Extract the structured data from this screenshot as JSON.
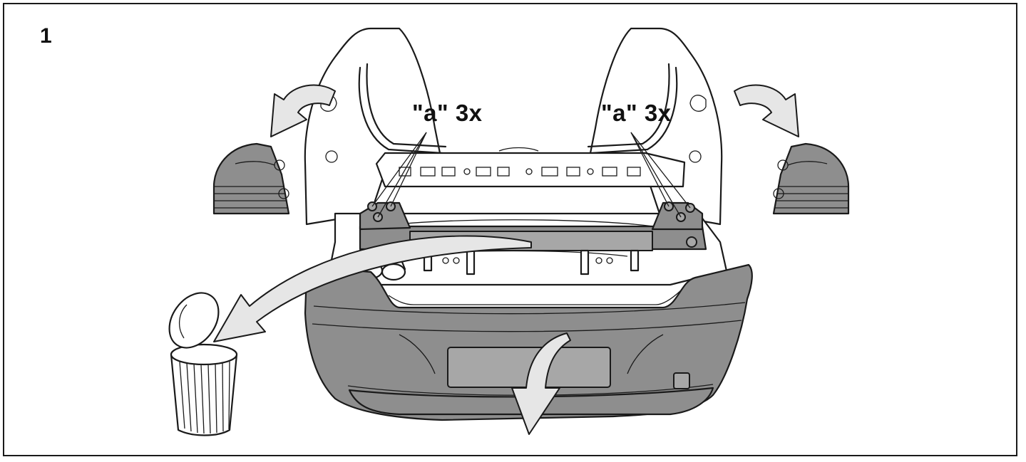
{
  "step": {
    "number": "1"
  },
  "callouts": [
    {
      "label": "\"a\" 3x"
    },
    {
      "label": "\"a\" 3x"
    }
  ],
  "colors": {
    "line": "#1a1a1a",
    "part_fill": "#8e8e8e",
    "part_dark": "#6b6b6b",
    "arrow_fill": "#e6e6e6",
    "body_fill": "#ffffff"
  },
  "icons": {
    "discard": "trash-bin-icon",
    "rotate": "curved-arrow-icon"
  }
}
